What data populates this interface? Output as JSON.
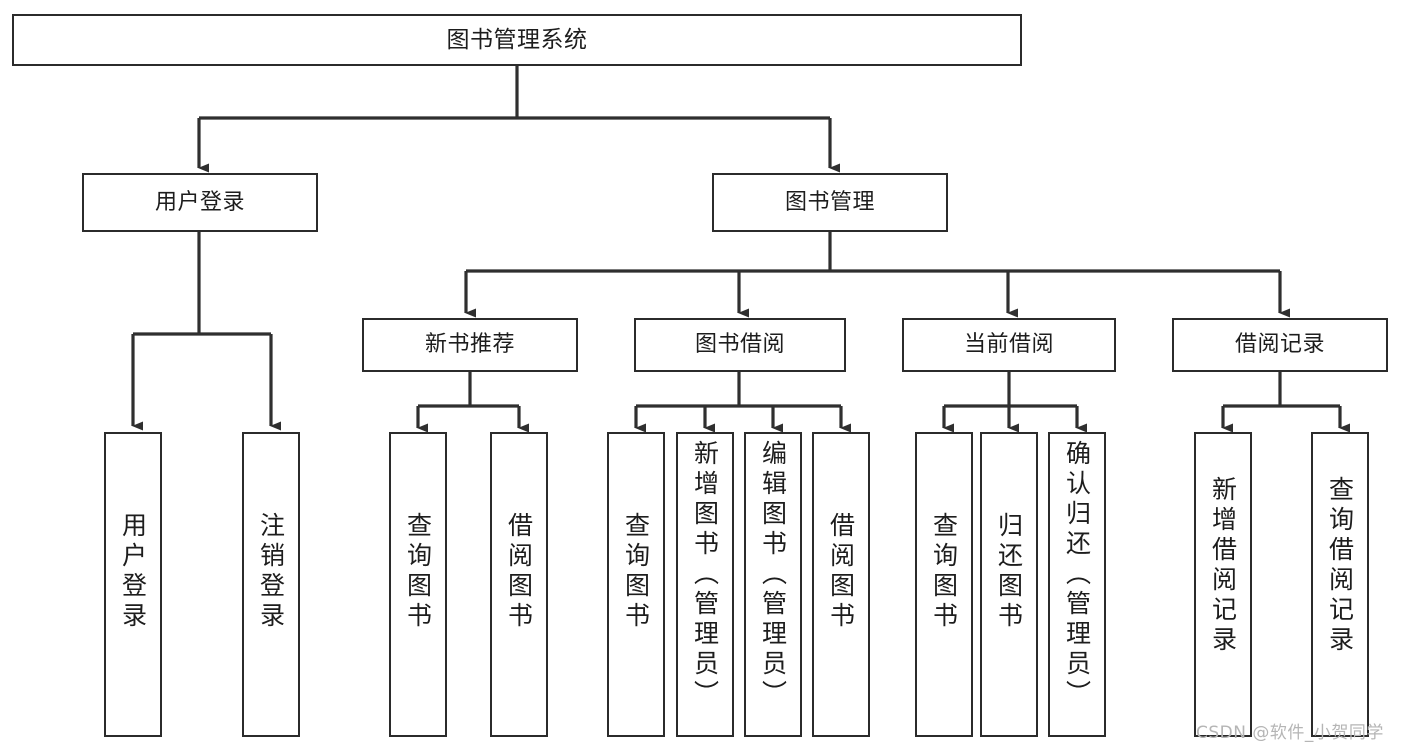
{
  "diagram": {
    "type": "tree",
    "title": "图书管理系统",
    "watermark": "CSDN @软件_小贺同学",
    "colors": {
      "box_border": "#2b2b2b",
      "box_fill": "#ffffff",
      "line": "#333333",
      "text": "#1d1d1d",
      "watermark": "#b5b5b5",
      "background": "#ffffff"
    },
    "nodes": {
      "root": {
        "label": "图书管理系统"
      },
      "level2": [
        {
          "id": "user-login",
          "label": "用户登录"
        },
        {
          "id": "book-manage",
          "label": "图书管理"
        }
      ],
      "level3": [
        {
          "id": "new-book-rec",
          "label": "新书推荐"
        },
        {
          "id": "book-borrow",
          "label": "图书借阅"
        },
        {
          "id": "current-borrow",
          "label": "当前借阅"
        },
        {
          "id": "borrow-record",
          "label": "借阅记录"
        }
      ],
      "leaves": {
        "user-login": [
          {
            "id": "leaf-user-login",
            "label": "用户登录"
          },
          {
            "id": "leaf-user-logout",
            "label": "注销登录"
          }
        ],
        "new-book-rec": [
          {
            "id": "leaf-query-book-1",
            "label": "查询图书"
          },
          {
            "id": "leaf-borrow-book-1",
            "label": "借阅图书"
          }
        ],
        "book-borrow": [
          {
            "id": "leaf-query-book-2",
            "label": "查询图书"
          },
          {
            "id": "leaf-add-book",
            "label": "新增图书（管理员）"
          },
          {
            "id": "leaf-edit-book",
            "label": "编辑图书（管理员）"
          },
          {
            "id": "leaf-borrow-book-2",
            "label": "借阅图书"
          }
        ],
        "current-borrow": [
          {
            "id": "leaf-query-book-3",
            "label": "查询图书"
          },
          {
            "id": "leaf-return-book",
            "label": "归还图书"
          },
          {
            "id": "leaf-confirm-return",
            "label": "确认归还（管理员）"
          }
        ],
        "borrow-record": [
          {
            "id": "leaf-add-record",
            "label": "新增借阅记录"
          },
          {
            "id": "leaf-query-record",
            "label": "查询借阅记录"
          }
        ]
      }
    }
  }
}
